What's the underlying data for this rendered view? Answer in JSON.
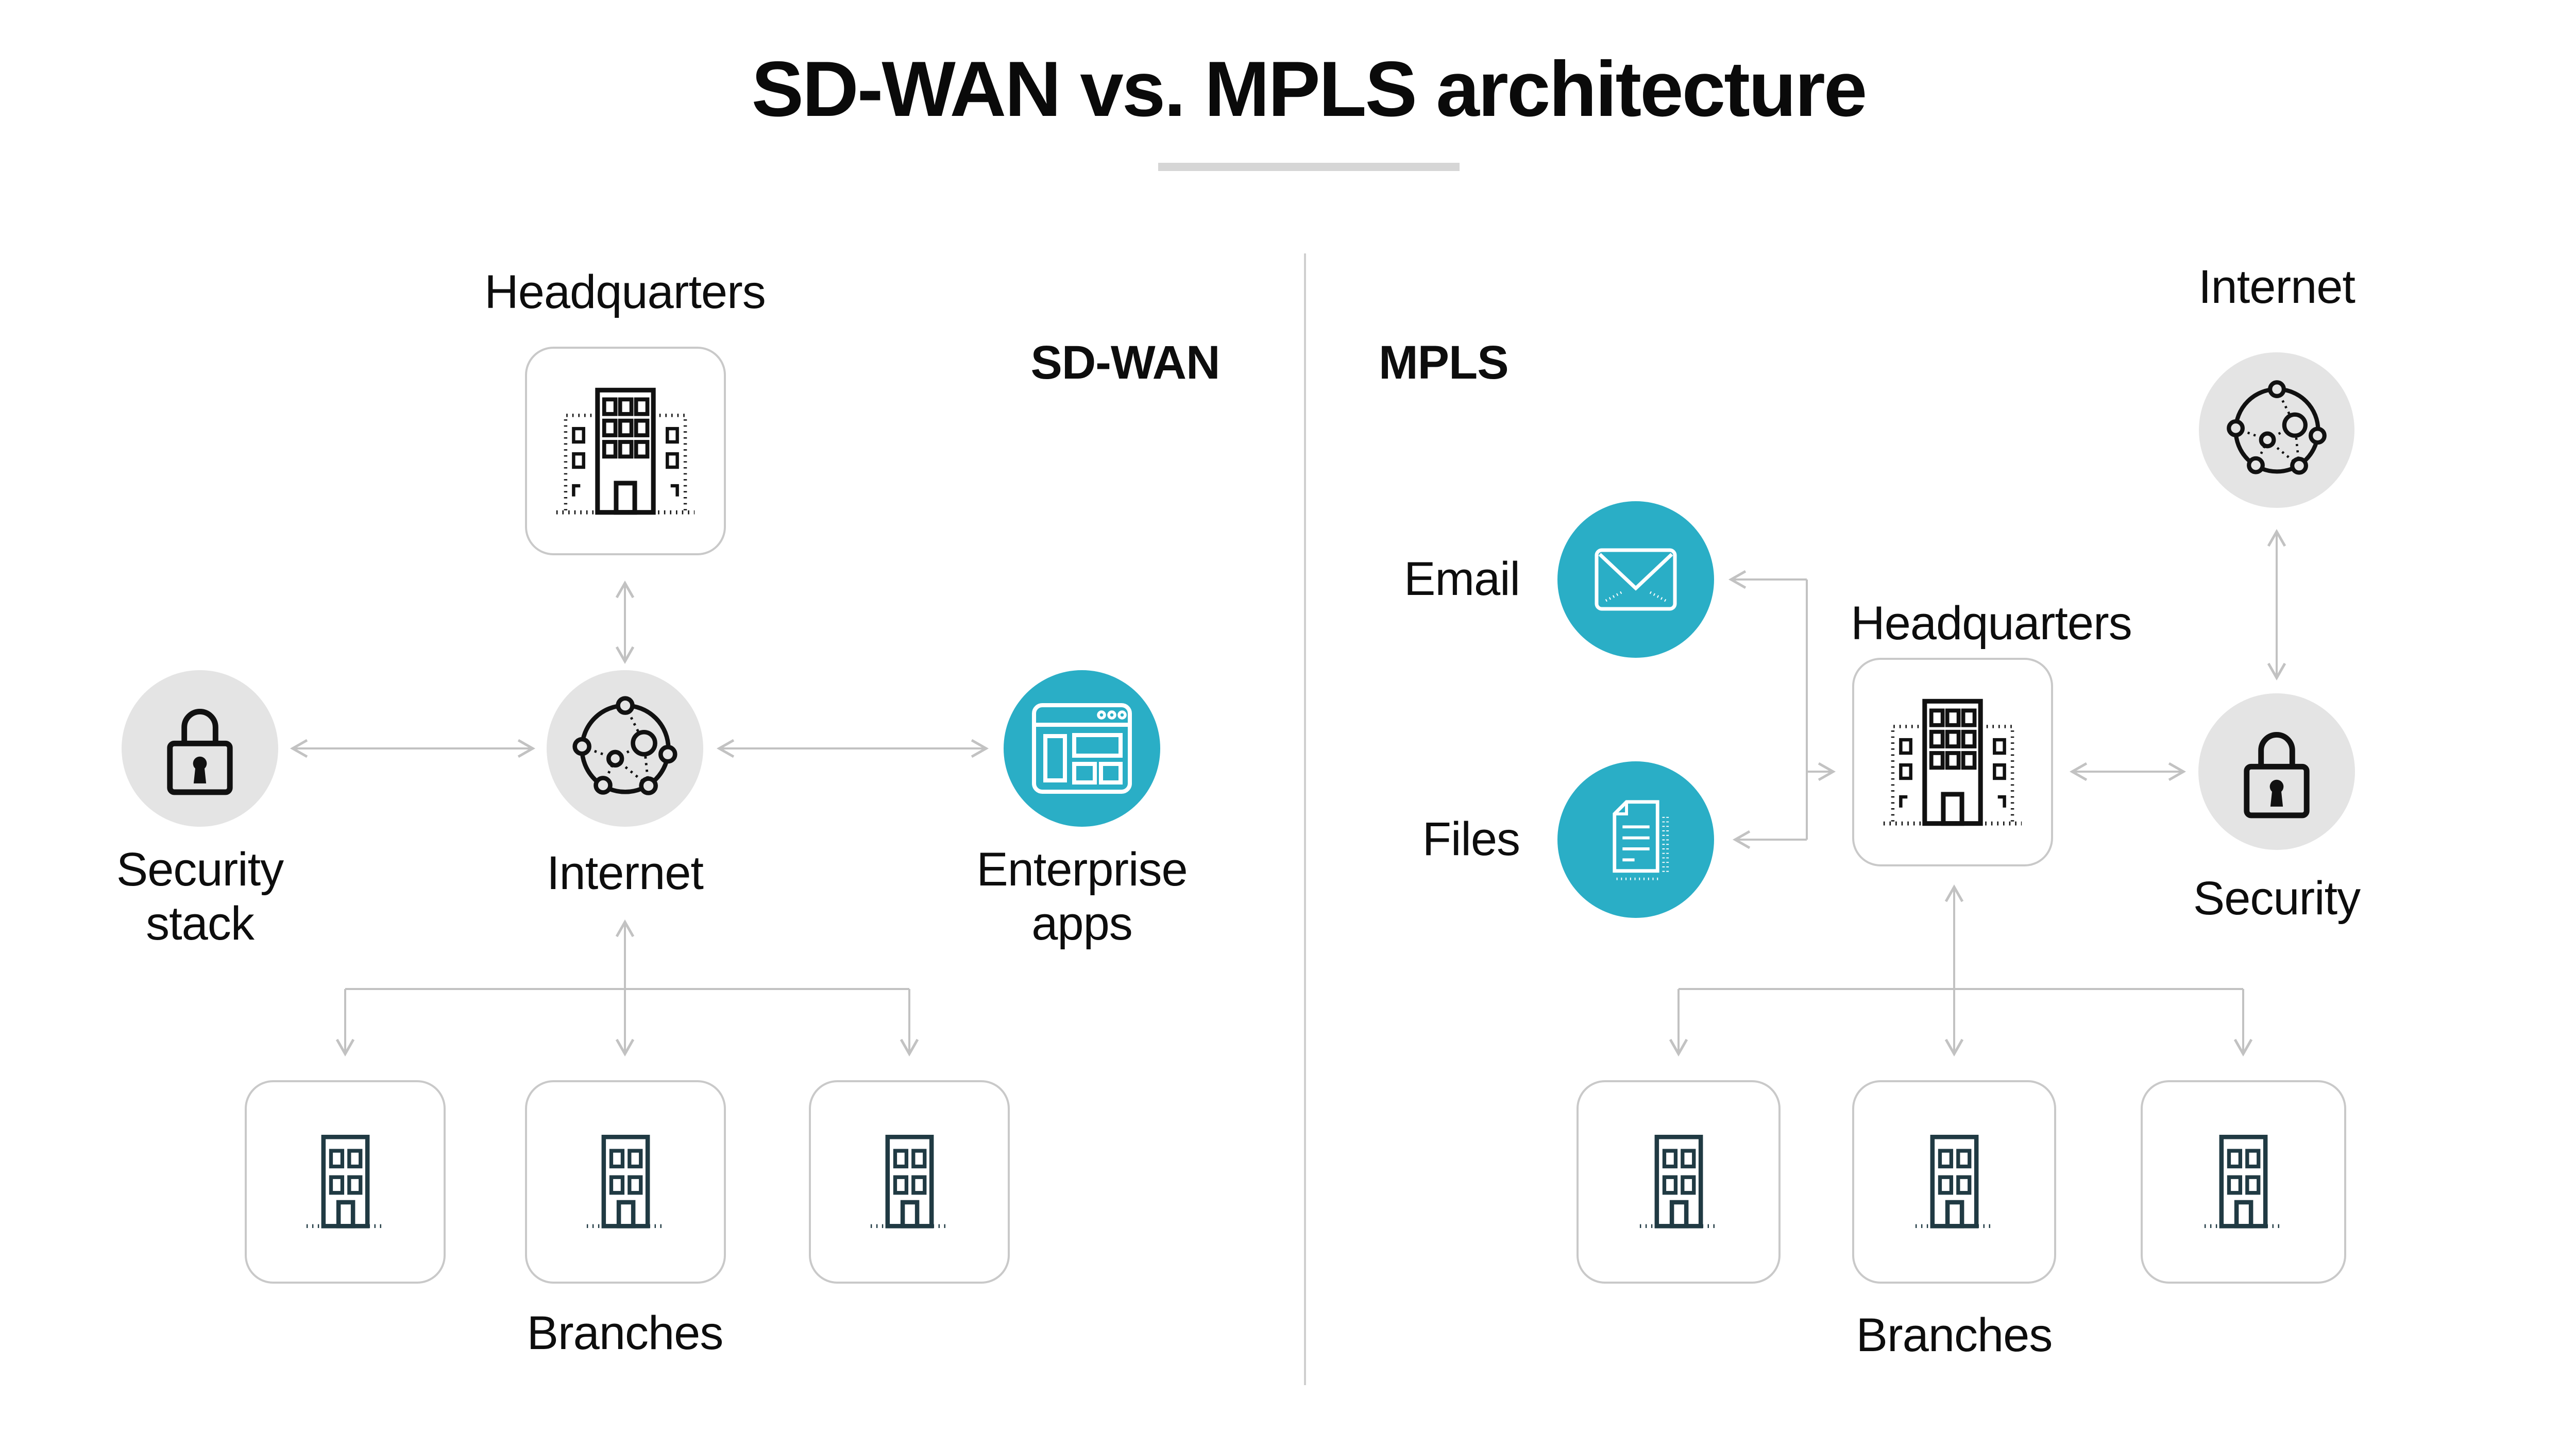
{
  "title": "SD-WAN vs. MPLS architecture",
  "colors": {
    "teal": "#2aaec6",
    "circle-gray": "#e4e4e4",
    "line-gray": "#c2c2c2",
    "border-gray": "#c9c9c9",
    "building-dark": "#203a43",
    "text": "#0d0d0d",
    "underline": "#d6d6d6",
    "divider": "#cfcfcf"
  },
  "sdwan": {
    "section_label": "SD-WAN",
    "headquarters_label": "Headquarters",
    "security_label": "Security stack",
    "internet_label": "Internet",
    "apps_label": "Enterprise apps",
    "branches_label": "Branches"
  },
  "mpls": {
    "section_label": "MPLS",
    "internet_label": "Internet",
    "email_label": "Email",
    "files_label": "Files",
    "headquarters_label": "Headquarters",
    "security_label": "Security",
    "branches_label": "Branches"
  }
}
